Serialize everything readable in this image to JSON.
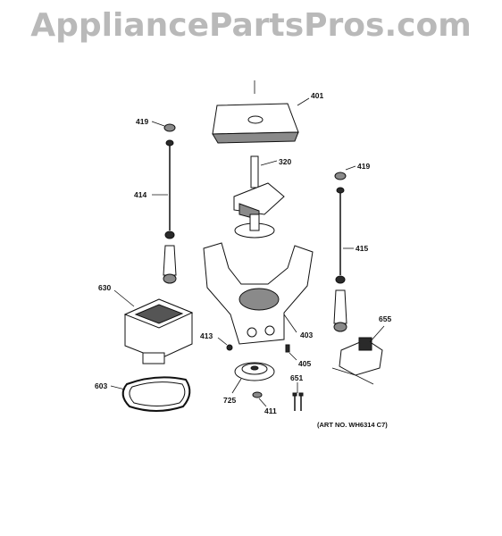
{
  "watermark": "AppliancePartsPros.com",
  "art_number": "(ART NO. WH6314 C7)",
  "parts": [
    {
      "id": "p401",
      "label": "401"
    },
    {
      "id": "p419a",
      "label": "419"
    },
    {
      "id": "p419b",
      "label": "419"
    },
    {
      "id": "p320",
      "label": "320"
    },
    {
      "id": "p414",
      "label": "414"
    },
    {
      "id": "p415",
      "label": "415"
    },
    {
      "id": "p630",
      "label": "630"
    },
    {
      "id": "p655",
      "label": "655"
    },
    {
      "id": "p413",
      "label": "413"
    },
    {
      "id": "p403",
      "label": "403"
    },
    {
      "id": "p405",
      "label": "405"
    },
    {
      "id": "p651",
      "label": "651"
    },
    {
      "id": "p603",
      "label": "603"
    },
    {
      "id": "p725",
      "label": "725"
    },
    {
      "id": "p411",
      "label": "411"
    }
  ]
}
